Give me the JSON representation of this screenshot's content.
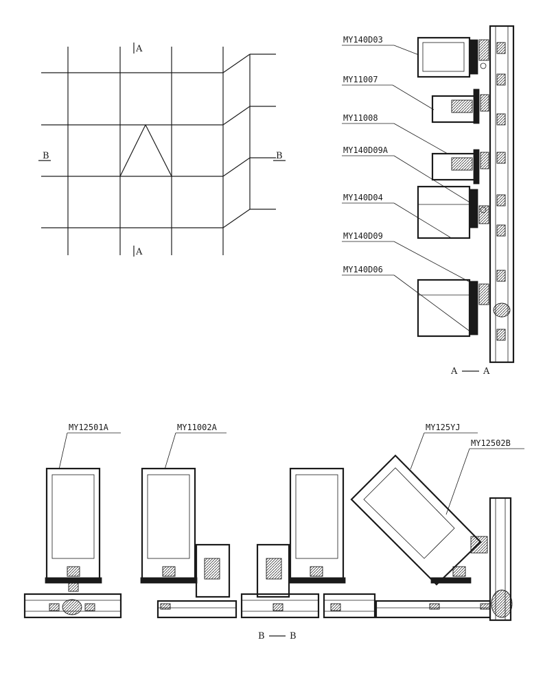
{
  "elevation": {
    "section_marks": {
      "a_top": "A",
      "a_bottom": "A",
      "b_left": "B",
      "b_right": "B"
    }
  },
  "section_aa": {
    "title_left": "A",
    "title_right": "A",
    "labels": [
      "MY140D03",
      "MY11007",
      "MY11008",
      "MY140D09A",
      "MY140D04",
      "MY140D09",
      "MY140D06"
    ]
  },
  "section_bb": {
    "title_left": "B",
    "title_right": "B",
    "labels": [
      "MY12501A",
      "MY11002A",
      "MY125YJ",
      "MY12502B"
    ]
  }
}
